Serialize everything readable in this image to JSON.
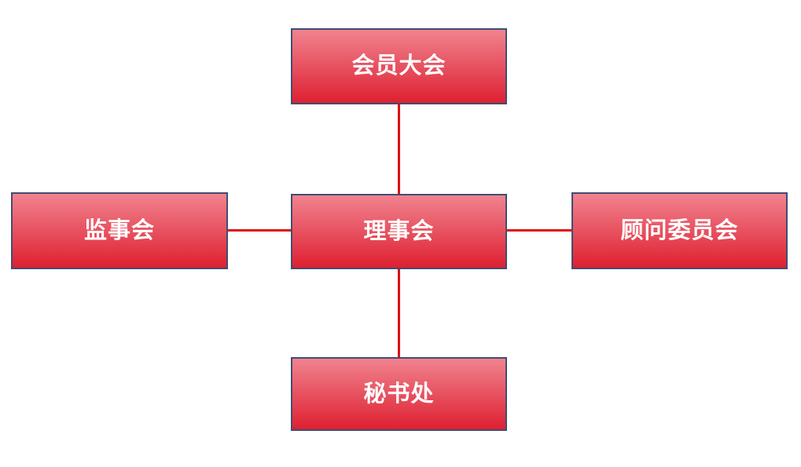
{
  "diagram": {
    "type": "org-chart",
    "nodes": [
      {
        "id": "top",
        "label": "会员大会"
      },
      {
        "id": "left",
        "label": "监事会"
      },
      {
        "id": "center",
        "label": "理事会"
      },
      {
        "id": "right",
        "label": "顾问委员会"
      },
      {
        "id": "bottom",
        "label": "秘书处"
      }
    ],
    "edges": [
      {
        "from": "top",
        "to": "center"
      },
      {
        "from": "left",
        "to": "center"
      },
      {
        "from": "center",
        "to": "right"
      },
      {
        "from": "center",
        "to": "bottom"
      }
    ],
    "colors": {
      "background": "#FFFFFF",
      "box_gradient_top": "#F1838F",
      "box_gradient_bottom": "#DE2031",
      "box_border": "#3F4E72",
      "connector": "#DE1010",
      "text": "#FFFFFF"
    }
  }
}
